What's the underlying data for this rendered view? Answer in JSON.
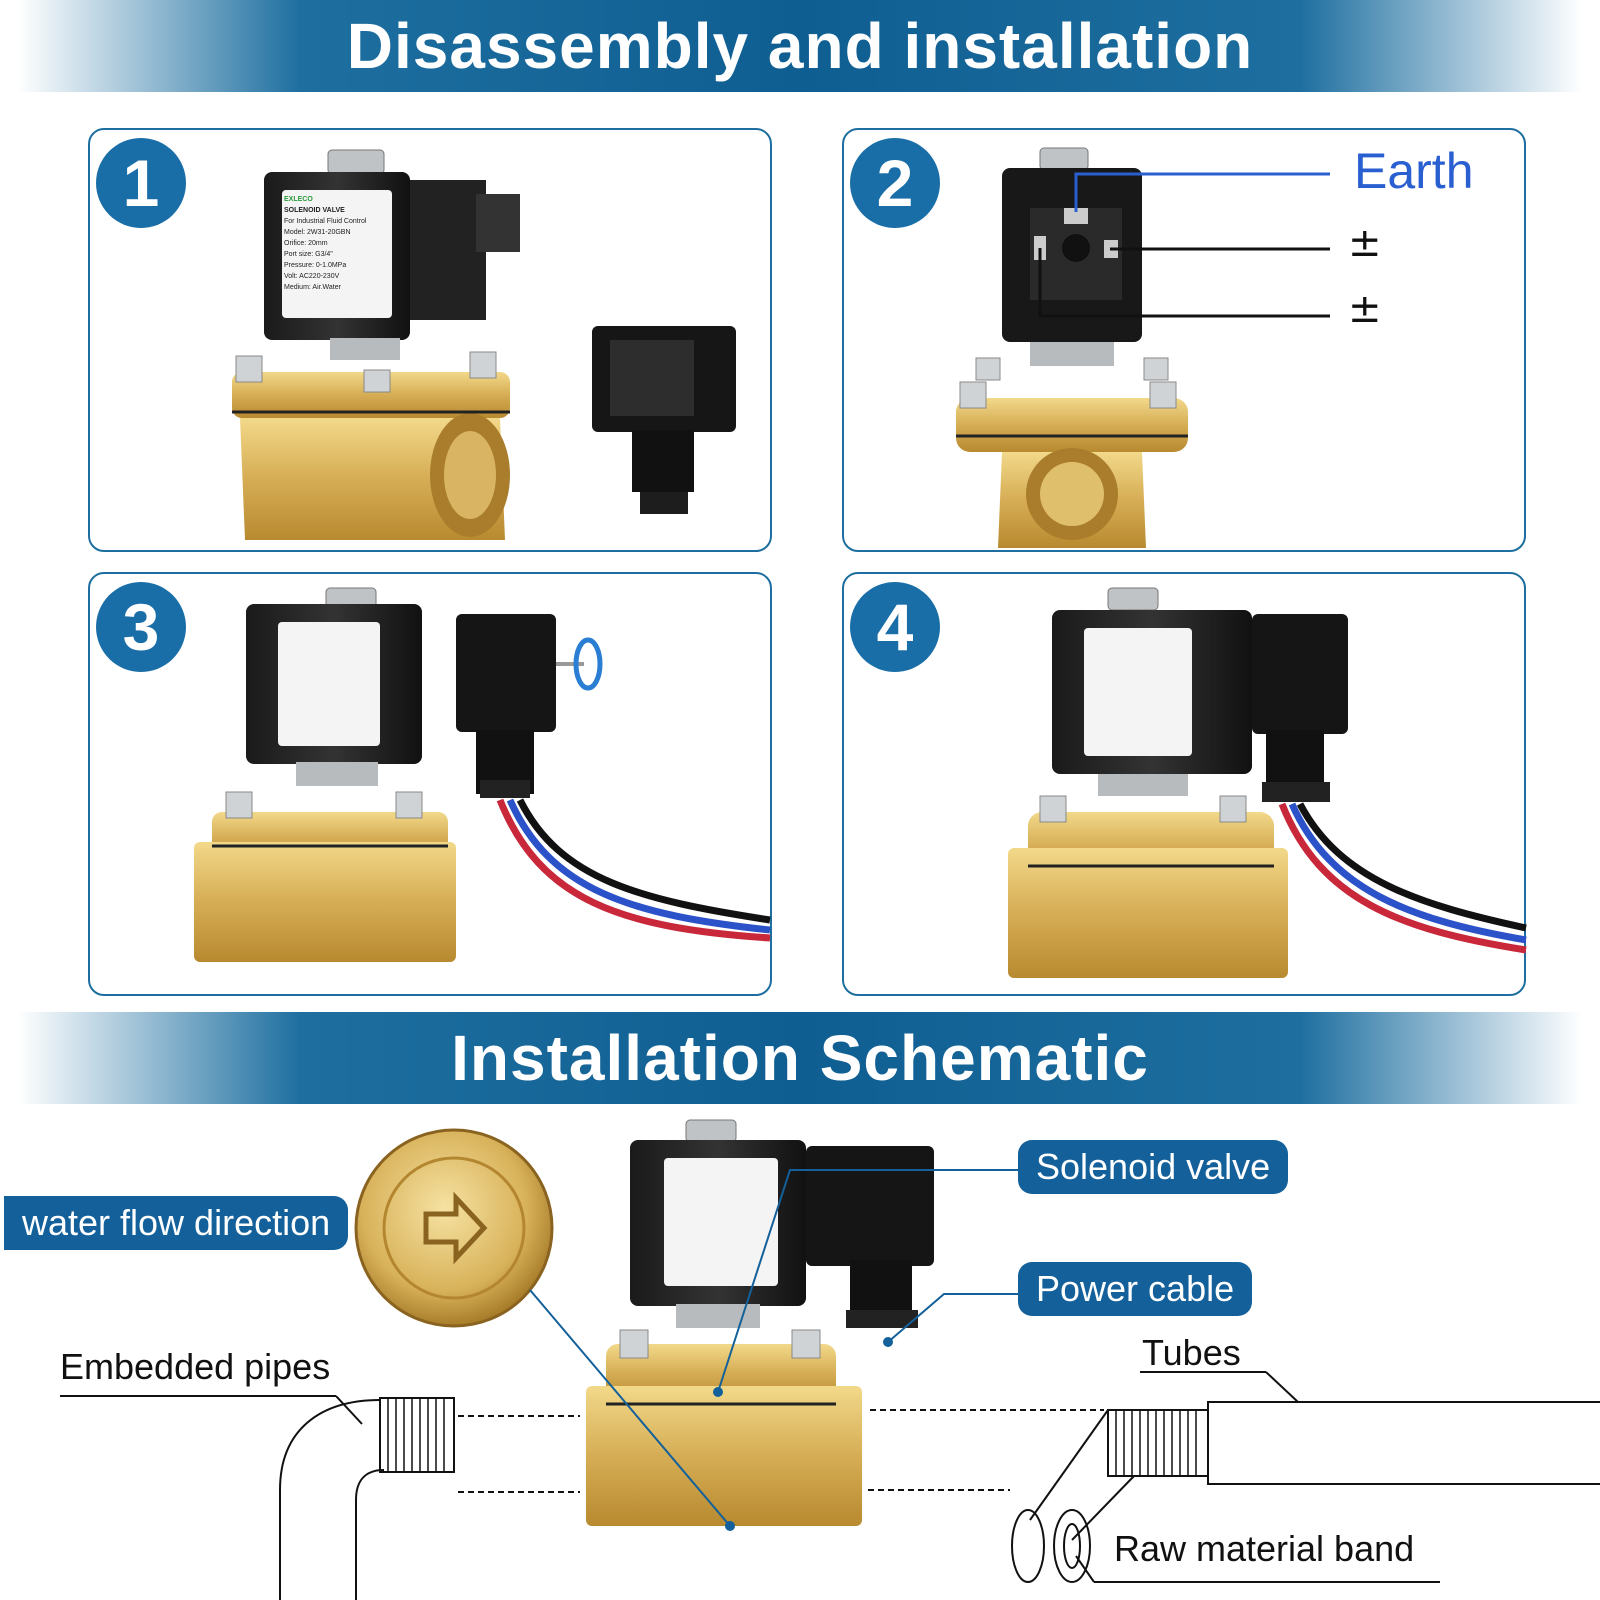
{
  "banner_top": {
    "title": "Disassembly and installation"
  },
  "banner_bottom": {
    "title": "Installation Schematic"
  },
  "steps": [
    "1",
    "2",
    "3",
    "4"
  ],
  "wiring": {
    "earth": "Earth",
    "terminal_1": "±",
    "terminal_2": "±"
  },
  "valve_label": {
    "brand": "EXLECO",
    "line1": "SOLENOID VALVE",
    "line2": "For Industrial Fluid Control",
    "model": "Model: 2W31-20GBN",
    "orifice": "Orifice: 20mm",
    "port": "Port size: G3/4\"",
    "pressure": "Pressure: 0-1.0MPa",
    "volt": "Volt: AC220-230V",
    "medium": "Medium: Air.Water"
  },
  "schematic": {
    "water_flow": "water flow direction",
    "solenoid_valve": "Solenoid valve",
    "power_cable": "Power cable",
    "embedded_pipes": "Embedded pipes",
    "tubes": "Tubes",
    "raw_material_band": "Raw material band"
  },
  "colors": {
    "brand_blue": "#13609a",
    "brass": "#d8b25a",
    "earth_text": "#2a5fd1"
  }
}
